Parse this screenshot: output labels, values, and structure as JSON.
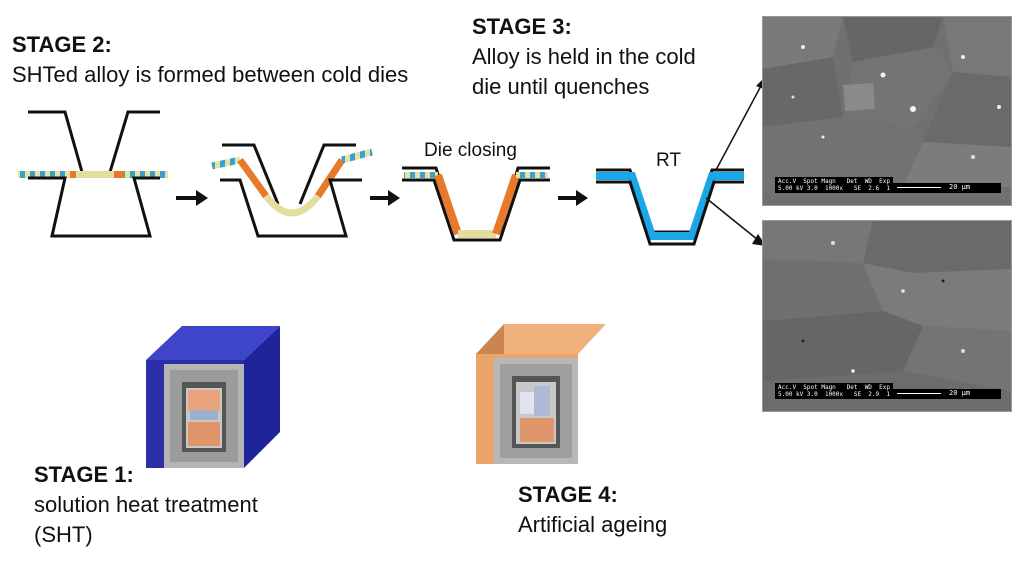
{
  "stage2": {
    "title": "STAGE 2:",
    "text": "SHTed alloy is formed between cold dies"
  },
  "stage3": {
    "title": "STAGE 3:",
    "line1": "Alloy is held in the cold",
    "line2": "die until quenches"
  },
  "stage1": {
    "title": "STAGE 1:",
    "line1": "solution heat treatment",
    "line2": "(SHT)"
  },
  "stage4": {
    "title": "STAGE 4:",
    "text": "Artificial ageing"
  },
  "labels": {
    "die_closing": "Die closing",
    "rt": "RT"
  },
  "sem": {
    "top": {
      "info1": "Acc.V  Spot Magn   Det  WD  Exp",
      "info2": "5.00 kV 3.0  1000x   SE  2.6  1",
      "scale": "20 μm"
    },
    "bottom": {
      "info1": "Acc.V  Spot Magn   Det  WD  Exp",
      "info2": "5.00 kV 3.0  1000x   SE  2.9  1",
      "scale": "20 μm"
    }
  },
  "colors": {
    "hot_sheet": "#e8792a",
    "formed_sheet": "#e3de9e",
    "quenched_sheet": "#1aa7e6",
    "sheet_stripe_a": "#3a9fd1",
    "sheet_stripe_b": "#e6e3a0",
    "sht_furnace": "#2a2fa6",
    "ageing_furnace": "#e9a46a"
  }
}
